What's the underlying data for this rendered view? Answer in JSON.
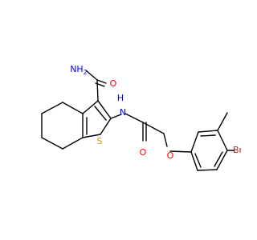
{
  "structure": {
    "atoms": {
      "nh2": {
        "text": "NH",
        "sub": "2"
      },
      "carbonyl_o": "O",
      "nh": "H",
      "nh_n": "N",
      "sulfur": "S",
      "amide_o": "O",
      "ether_o": "O",
      "bromine": "Br"
    }
  },
  "colors": {
    "bond": "#000000",
    "nitrogen": "#0000ff",
    "oxygen": "#ff0000",
    "sulfur": "#c8a000",
    "bromine": "#a52a2a"
  }
}
